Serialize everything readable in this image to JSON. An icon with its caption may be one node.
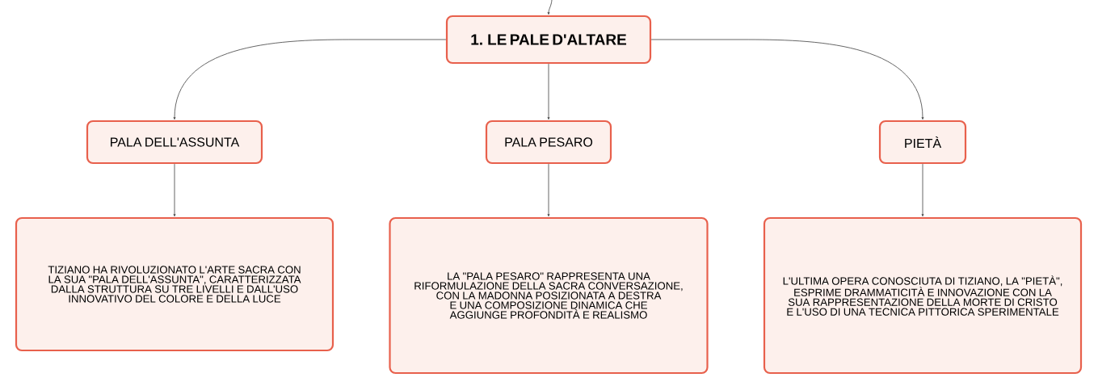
{
  "diagram": {
    "nodes": [
      {
        "text": [
          "1. LE PALE D'ALTARE"
        ]
      },
      {
        "text": [
          "PALA DELL'ASSUNTA"
        ]
      },
      {
        "text": [
          "PALA PESARO"
        ]
      },
      {
        "text": [
          "PIETÀ"
        ]
      },
      {
        "text": [
          "TIZIANO HA RIVOLUZIONATO L'ARTE SACRA CON LA SUA \"PALA DELL'ASSUNTA\", CARATTERIZZATA DALLA STRUTTURA SU TRE LIVELLI E DALL'USO INNOVATIVO DEL COLORE E DELLA LUCE"
        ]
      },
      {
        "text": [
          "LA \"PALA PESARO\" RAPPRESENTA UNA RIFORMULAZIONE DELLA SACRA CONVERSAZIONE, CON LA MADONNA POSIZIONATA A DESTRA E UNA COMPOSIZIONE DINAMICA CHE AGGIUNGE PROFONDITÀ E REALISMO"
        ]
      },
      {
        "text": [
          "L'ULTIMA OPERA CONOSCIUTA DI TIZIANO, LA \"PIETÀ\", ESPRIME DRAMMATICITÀ E INNOVAZIONE CON LA SUA RAPPRESENTAZIONE DELLA MORTE DI CRISTO E L'USO DI UNA TECNICA PITTORICA SPERIMENTALE"
        ]
      }
    ],
    "edges": [
      {
        "from": null,
        "to": 0,
        "arrow": "to"
      },
      {
        "from": 0,
        "to": 1,
        "arrow": "to"
      },
      {
        "from": 0,
        "to": 2,
        "arrow": "to"
      },
      {
        "from": 0,
        "to": 3,
        "arrow": "to"
      },
      {
        "from": 1,
        "to": 4,
        "arrow": "to"
      },
      {
        "from": 2,
        "to": 5,
        "arrow": "to"
      },
      {
        "from": 3,
        "to": 6,
        "arrow": "to"
      }
    ]
  }
}
